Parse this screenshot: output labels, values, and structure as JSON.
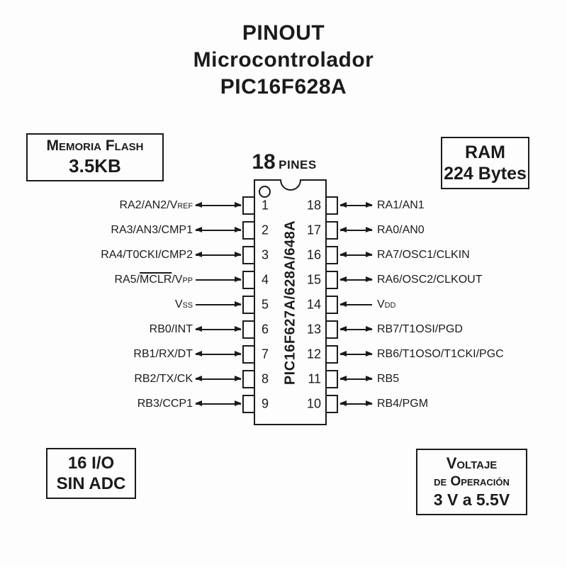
{
  "page": {
    "background": "#fdfdfd",
    "ink": "#1b1b1b"
  },
  "title": {
    "lines": [
      "PINOUT",
      "Microcontrolador",
      "PIC16F628A"
    ]
  },
  "info_boxes": {
    "top_left": {
      "lines": [
        "Memoria Flash",
        "3.5KB"
      ]
    },
    "top_right": {
      "lines": [
        "RAM",
        "224 Bytes"
      ]
    },
    "bottom_left": {
      "lines": [
        "16 I/O",
        "SIN ADC"
      ]
    },
    "bottom_right": {
      "lines": [
        "Voltaje",
        "de Operación",
        "3 V a 5.5V"
      ]
    }
  },
  "chip": {
    "pin_count_number": "18",
    "pin_count_word": "PINES",
    "part_number": "PIC16F627A/628A/648A",
    "left_pins": [
      {
        "number": "1",
        "direction": "both",
        "label_parts": [
          {
            "text": "RA2/AN2/V"
          },
          {
            "text": "REF",
            "style": "sub"
          }
        ]
      },
      {
        "number": "2",
        "direction": "both",
        "label_parts": [
          {
            "text": "RA3/AN3/CMP1"
          }
        ]
      },
      {
        "number": "3",
        "direction": "both",
        "label_parts": [
          {
            "text": "RA4/T0CKI/CMP2"
          }
        ]
      },
      {
        "number": "4",
        "direction": "in",
        "label_parts": [
          {
            "text": "RA5/"
          },
          {
            "text": "MCLR",
            "style": "overline"
          },
          {
            "text": "/V"
          },
          {
            "text": "PP",
            "style": "sub"
          }
        ]
      },
      {
        "number": "5",
        "direction": "in",
        "label_parts": [
          {
            "text": "V"
          },
          {
            "text": "SS",
            "style": "sub"
          }
        ]
      },
      {
        "number": "6",
        "direction": "both",
        "label_parts": [
          {
            "text": "RB0/INT"
          }
        ]
      },
      {
        "number": "7",
        "direction": "both",
        "label_parts": [
          {
            "text": "RB1/RX/DT"
          }
        ]
      },
      {
        "number": "8",
        "direction": "both",
        "label_parts": [
          {
            "text": "RB2/TX/CK"
          }
        ]
      },
      {
        "number": "9",
        "direction": "both",
        "label_parts": [
          {
            "text": "RB3/CCP1"
          }
        ]
      }
    ],
    "right_pins": [
      {
        "number": "18",
        "direction": "both",
        "label_parts": [
          {
            "text": "RA1/AN1"
          }
        ]
      },
      {
        "number": "17",
        "direction": "both",
        "label_parts": [
          {
            "text": "RA0/AN0"
          }
        ]
      },
      {
        "number": "16",
        "direction": "both",
        "label_parts": [
          {
            "text": "RA7/OSC1/CLKIN"
          }
        ]
      },
      {
        "number": "15",
        "direction": "both",
        "label_parts": [
          {
            "text": "RA6/OSC2/CLKOUT"
          }
        ]
      },
      {
        "number": "14",
        "direction": "in",
        "label_parts": [
          {
            "text": "V"
          },
          {
            "text": "DD",
            "style": "sub"
          }
        ]
      },
      {
        "number": "13",
        "direction": "both",
        "label_parts": [
          {
            "text": "RB7/T1OSI/PGD"
          }
        ]
      },
      {
        "number": "12",
        "direction": "both",
        "label_parts": [
          {
            "text": "RB6/T1OSO/T1CKI/PGC"
          }
        ]
      },
      {
        "number": "11",
        "direction": "both",
        "label_parts": [
          {
            "text": "RB5"
          }
        ]
      },
      {
        "number": "10",
        "direction": "both",
        "label_parts": [
          {
            "text": "RB4/PGM"
          }
        ]
      }
    ]
  }
}
